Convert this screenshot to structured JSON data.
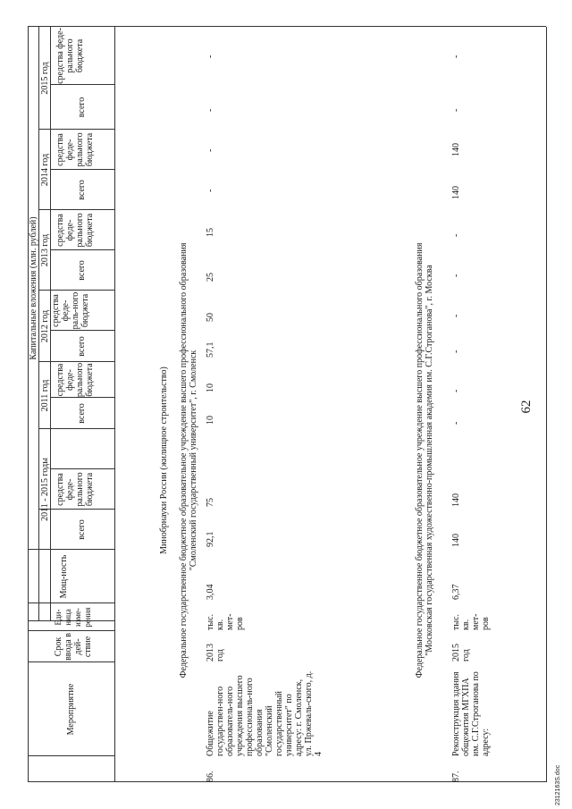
{
  "page_number": "62",
  "footer_code": "2312163S.doc",
  "header": {
    "measure": "Мероприятие",
    "term": "Срок ввода в дей-ствие",
    "unit": "Еди-ница изме-рения",
    "capacity": "Мощ-ность",
    "capital": "Капитальные вложения (млн. рублей)",
    "period_total": "2011 - 2015 годы",
    "y2011": "2011 год",
    "y2012": "2012 год",
    "y2013": "2013 год",
    "y2014": "2014 год",
    "y2015": "2015 год",
    "all": "всего",
    "federal": "средства феде-рального бюджета",
    "federal_2012": "средства феде-раль-ного бюджета"
  },
  "section_ministry": "Минобрнауки России (жилищное строительство)",
  "groups": [
    {
      "title_line1": "Федеральное государственное бюджетное образовательное учреждение высшего профессионального образования",
      "title_line2": "\"Смоленский государственный университет\", г. Смоленск",
      "row": {
        "num": "86.",
        "name": "Общежитие государствен-ного образователь-ного учреждения высшего профессиональ-ного образования \"Смоленский государственный университет\" по адресу: г. Смоленск, ул. Пржеваль-ского, д. 4",
        "term": "2013 год",
        "unit": "тыс. кв. мет-ров",
        "capacity": "3,04",
        "values": [
          "92,1",
          "75",
          "10",
          "10",
          "57,1",
          "50",
          "25",
          "15",
          "-",
          "-",
          "-",
          "-"
        ]
      }
    },
    {
      "title_line1": "Федеральное государственное бюджетное образовательное учреждение высшего профессионального образования",
      "title_line2": "\"Московская государственная художественно-промышленная академия им. С.Г.Строганова\", г. Москва",
      "row": {
        "num": "87.",
        "name": "Реконструкция здания общежития МГХПА им. С.Г.Строганова по адресу:",
        "term": "2015 год",
        "unit": "тыс. кв. мет-ров",
        "capacity": "6,37",
        "values": [
          "140",
          "140",
          "-",
          "-",
          "-",
          "-",
          "-",
          "-",
          "140",
          "140",
          "-",
          "-"
        ]
      }
    }
  ]
}
